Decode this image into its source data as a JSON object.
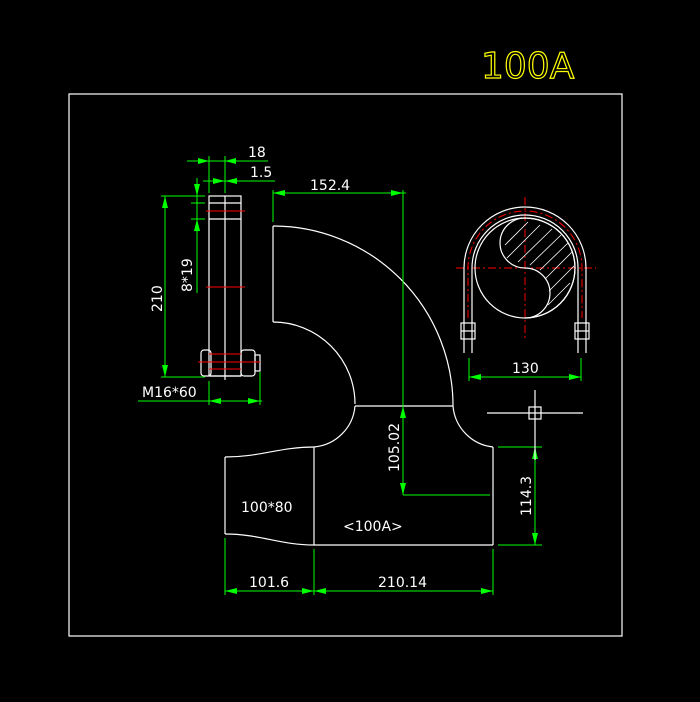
{
  "drawing": {
    "title": "100A",
    "part_label": "<100A>",
    "reducer_label": "100*80",
    "colors": {
      "background": "#000000",
      "geometry": "#ffffff",
      "dimension": "#00ff00",
      "centerline": "#ff0000",
      "title": "#ffff00"
    }
  },
  "dimensions": {
    "bolt_width": "18",
    "bolt_gap": "1.5",
    "bolt_length": "210",
    "bolt_spec": "8*19",
    "nut_spec": "M16*60",
    "elbow_radius": "152.4",
    "ubolt_span": "130",
    "tee_height": "105.02",
    "tee_od": "114.3",
    "reducer_length": "101.6",
    "tee_length": "210.14"
  }
}
